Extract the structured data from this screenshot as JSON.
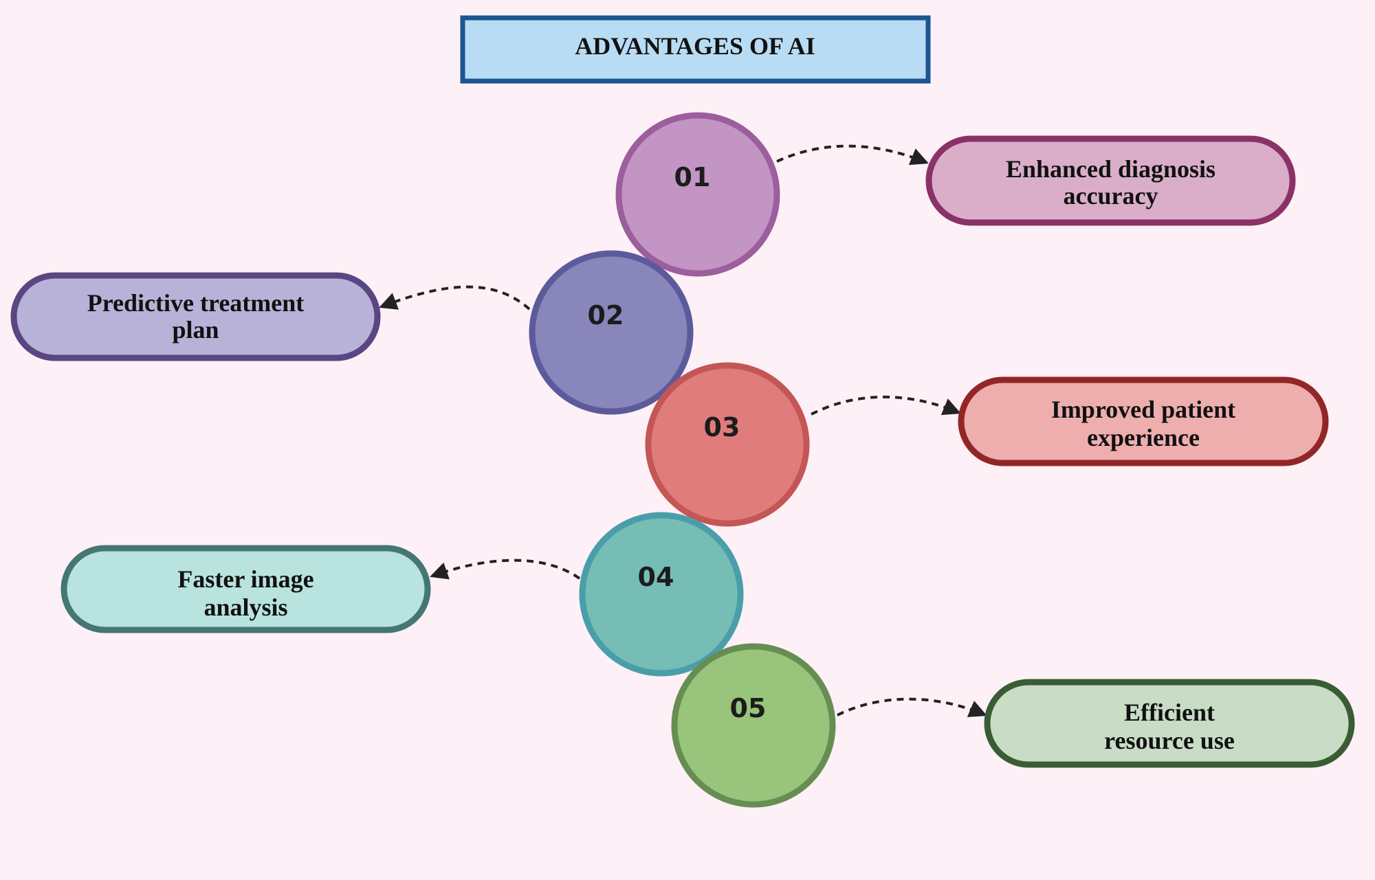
{
  "title": "ADVANTAGES OF AI",
  "colors": {
    "background": "#fdf0f6",
    "title_fill": "#b8dcf3",
    "title_border": "#1d5590",
    "connector": "#222222"
  },
  "steps": [
    {
      "number": "01",
      "label_lines": [
        "Enhanced diagnosis",
        "accuracy"
      ],
      "circle_fill": "#c295c4",
      "circle_border": "#9c5e9c",
      "box_fill": "#daaec8",
      "box_border": "#8a3266"
    },
    {
      "number": "02",
      "label_lines": [
        "Predictive treatment",
        "plan"
      ],
      "circle_fill": "#8886ba",
      "circle_border": "#5d5a9c",
      "box_fill": "#b8b2d8",
      "box_border": "#5a4682"
    },
    {
      "number": "03",
      "label_lines": [
        "Improved patient",
        "experience"
      ],
      "circle_fill": "#e07d7c",
      "circle_border": "#c45656",
      "box_fill": "#eeaeae",
      "box_border": "#922626"
    },
    {
      "number": "04",
      "label_lines": [
        "Faster image",
        "analysis"
      ],
      "circle_fill": "#75bdb5",
      "circle_border": "#4a9eaa",
      "box_fill": "#b8e3de",
      "box_border": "#447674"
    },
    {
      "number": "05",
      "label_lines": [
        "Efficient",
        "resource use"
      ],
      "circle_fill": "#98c47c",
      "circle_border": "#668e52",
      "box_fill": "#c8dcc6",
      "box_border": "#3a5c34"
    }
  ]
}
